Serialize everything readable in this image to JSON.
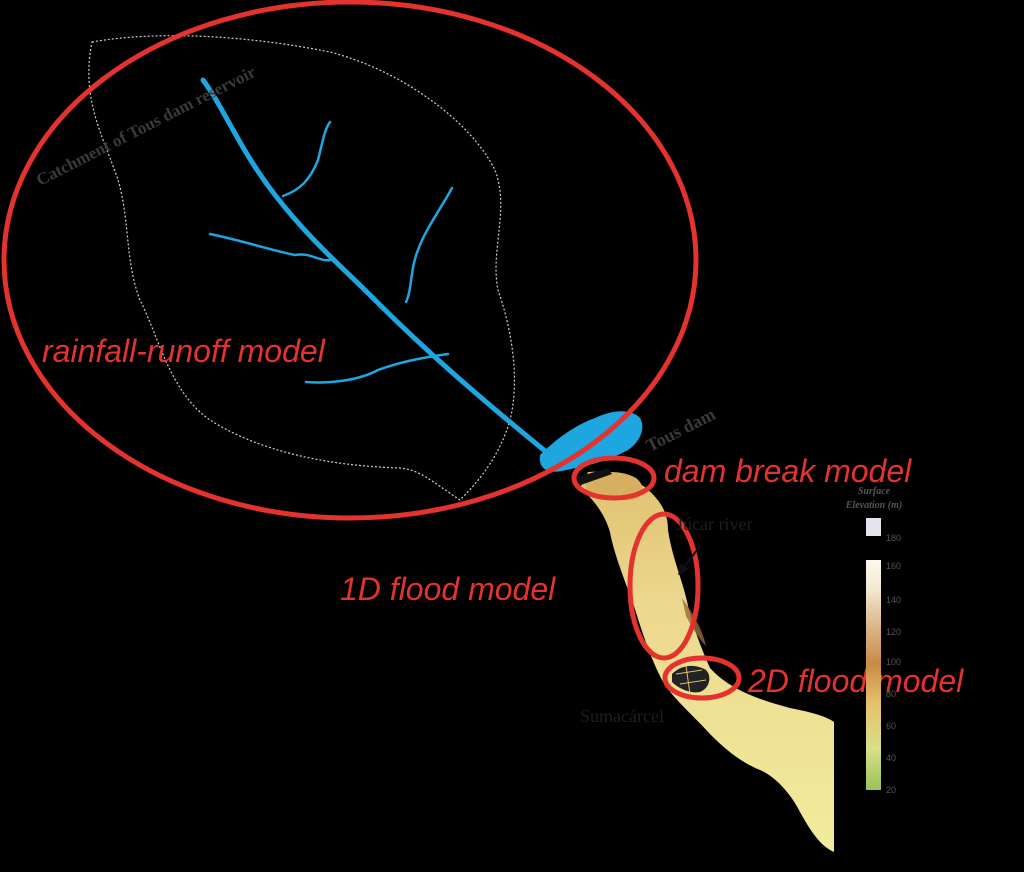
{
  "labels": {
    "catchment": "Catchment of Tous dam reservoir",
    "tous_dam": "Tous dam",
    "jucar_river": "Júcar river",
    "sumacarcel": "Sumacárcel"
  },
  "models": {
    "rainfall_runoff": "rainfall-runoff model",
    "dam_break": "dam break model",
    "flood_1d": "1D flood model",
    "flood_2d": "2D flood model"
  },
  "legend": {
    "title_line1": "Surface",
    "title_line2": "Elevation (m)",
    "ticks": [
      "180",
      "160",
      "140",
      "120",
      "100",
      "80",
      "60",
      "40",
      "20"
    ]
  },
  "colors": {
    "background": "#000000",
    "model_outline": "#e4322f",
    "river": "#1ea6e0",
    "terrain_light": "#f3efa8",
    "terrain_dark": "#8a5a2b"
  }
}
